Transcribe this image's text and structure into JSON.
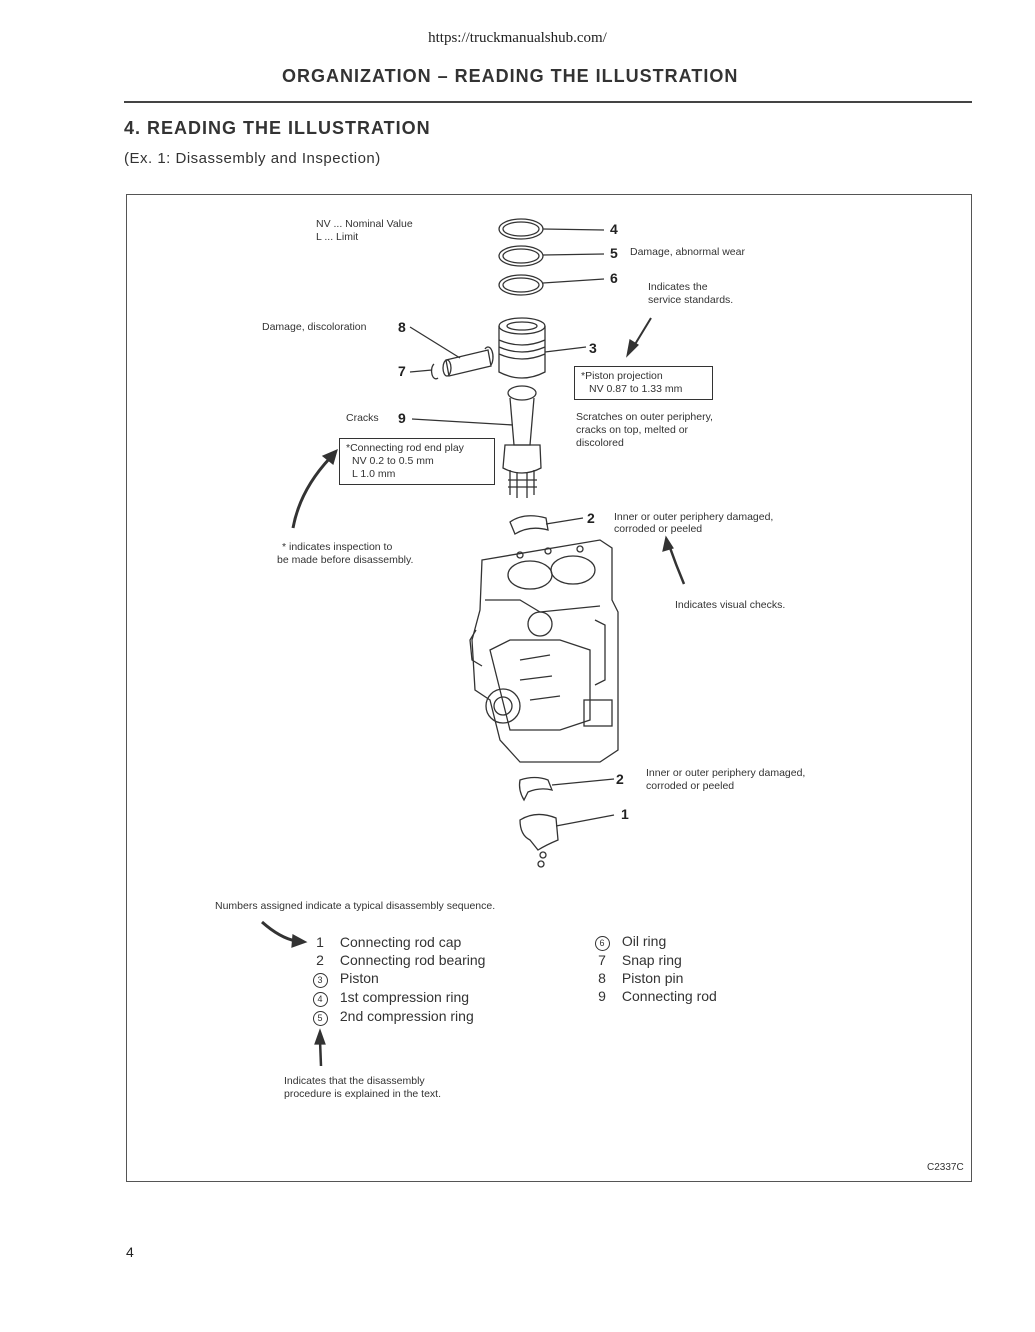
{
  "url": "https://truckmanualshub.com/",
  "header": "ORGANIZATION – READING THE ILLUSTRATION",
  "section_title": "4. READING THE ILLUSTRATION",
  "subtitle": "(Ex. 1: Disassembly and Inspection)",
  "legend_abbr": {
    "nv": "NV ...  Nominal Value",
    "l": "L   ...  Limit"
  },
  "callouts": {
    "n4": "4",
    "n5": "5",
    "n6": "6",
    "n3": "3",
    "n8": "8",
    "n7": "7",
    "n9": "9",
    "n2a": "2",
    "n2b": "2",
    "n1": "1",
    "damage_wear": "Damage, abnormal wear",
    "service_std_1": "Indicates the",
    "service_std_2": "service standards.",
    "damage_discolor": "Damage, discoloration",
    "cracks": "Cracks",
    "piston_box_1": "*Piston projection",
    "piston_box_2": "NV  0.87  to  1.33  mm",
    "scratches_1": "Scratches on outer periphery,",
    "scratches_2": "cracks on top, melted or",
    "scratches_3": "discolored",
    "rod_box_1": "*Connecting rod end play",
    "rod_box_2": "NV  0.2 to 0.5 mm",
    "rod_box_3": "L     1.0 mm",
    "star_1": "*      indicates inspection to",
    "star_2": "be made before disassembly.",
    "bearing_top_1": "Inner or outer periphery damaged,",
    "bearing_top_2": "corroded or peeled",
    "visual": "Indicates visual checks.",
    "bearing_bot_1": "Inner or outer periphery damaged,",
    "bearing_bot_2": "corroded or peeled",
    "sequence": "Numbers assigned indicate a typical disassembly sequence.",
    "text_proc_1": "Indicates that the disassembly",
    "text_proc_2": "procedure is explained in the text."
  },
  "parts_left": [
    {
      "num": "1",
      "circled": false,
      "name": "Connecting rod cap"
    },
    {
      "num": "2",
      "circled": false,
      "name": "Connecting rod bearing"
    },
    {
      "num": "3",
      "circled": true,
      "name": "Piston"
    },
    {
      "num": "4",
      "circled": true,
      "name": "1st compression ring"
    },
    {
      "num": "5",
      "circled": true,
      "name": "2nd compression ring"
    }
  ],
  "parts_right": [
    {
      "num": "6",
      "circled": true,
      "name": "Oil ring"
    },
    {
      "num": "7",
      "circled": false,
      "name": "Snap ring"
    },
    {
      "num": "8",
      "circled": false,
      "name": "Piston pin"
    },
    {
      "num": "9",
      "circled": false,
      "name": "Connecting rod"
    }
  ],
  "figure_code": "C2337C",
  "page_number": "4"
}
